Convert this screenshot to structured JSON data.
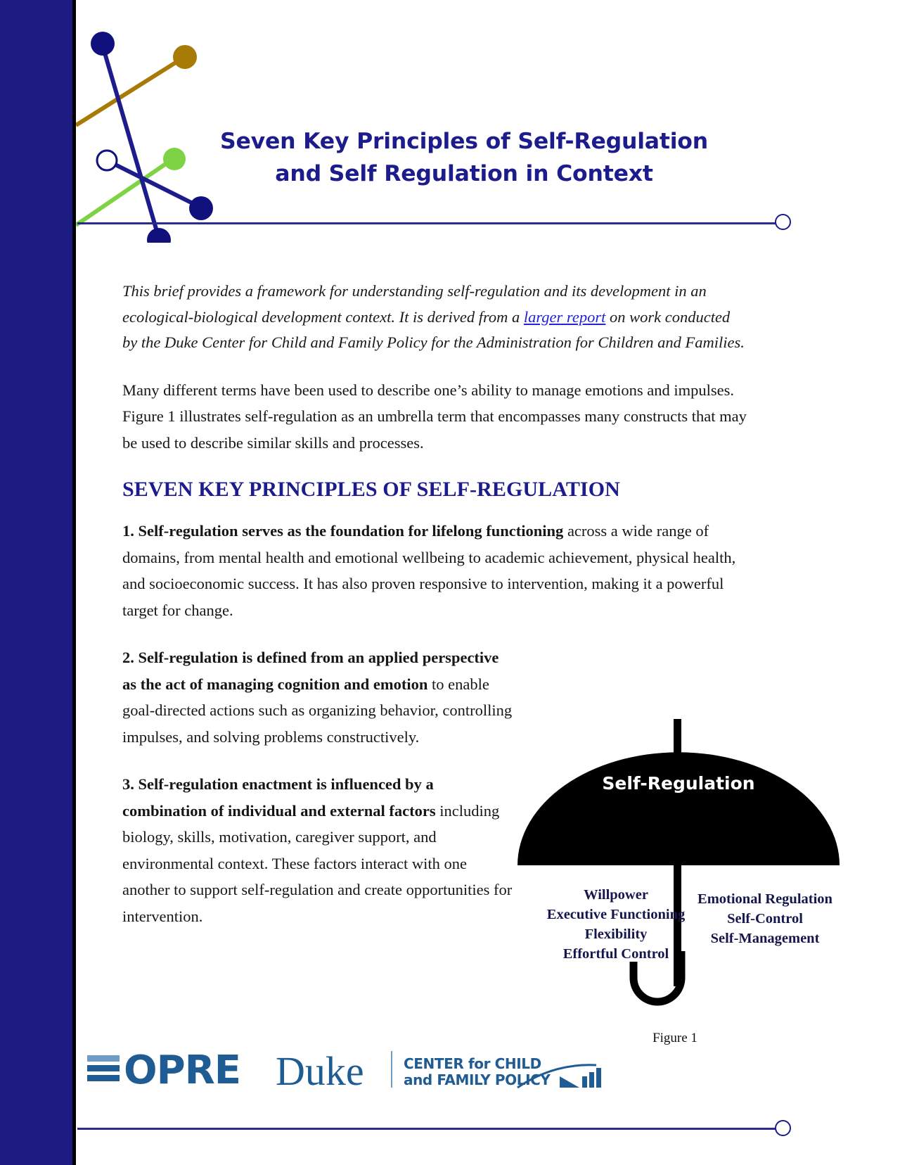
{
  "document": {
    "title_line1": "Seven Key Principles of Self-Regulation",
    "title_line2": "and Self Regulation in Context",
    "intro_before_link": "This brief provides a framework for understanding self-regulation and its development in an ecological-biological development context. It is derived from a ",
    "intro_link_text": "larger report",
    "intro_after_link": " on work conducted by the Duke Center for Child and Family Policy for the Administration for Children and Families.",
    "paragraph_overview": "Many different terms have been used to describe one’s ability to manage emotions and impulses. Figure 1 illustrates self-regulation as an umbrella term that encompasses many constructs that may be used to describe similar skills and processes.",
    "section_heading": "SEVEN KEY PRINCIPLES OF SELF-REGULATION",
    "principles": [
      {
        "number": "1.",
        "bold_lead": " Self-regulation serves as the foundation for lifelong functioning",
        "rest": " across a wide range of domains, from mental health and emotional wellbeing to academic achievement, physical health, and socioeconomic success. It has also proven responsive to intervention, making it a powerful target for change."
      },
      {
        "number": "2.",
        "bold_lead": " Self-regulation is defined from an applied perspective as the act of managing cognition and emotion",
        "rest": " to enable goal-directed actions such as organizing behavior, controlling impulses, and solving problems constructively."
      },
      {
        "number": "3.",
        "bold_lead": " Self-regulation enactment is influenced by a combination of individual and external factors",
        "rest": " including biology, skills, motivation, caregiver support, and environmental context. These factors interact with one another to support self-regulation and create opportunities for intervention."
      }
    ]
  },
  "figure": {
    "caption": "Figure 1",
    "umbrella_label": "Self-Regulation",
    "left_terms": [
      "Willpower",
      "Executive Functioning",
      "Flexibility",
      "Effortful Control"
    ],
    "right_terms": [
      "Emotional Regulation",
      "Self-Control",
      "Self-Management"
    ]
  },
  "footer": {
    "opre_text": "OPRE",
    "duke_text": "Duke",
    "center_line1": "CENTER for CHILD",
    "center_line2": "and FAMILY POLICY"
  },
  "colors": {
    "navy_spine": "#1c1c82",
    "title_blue": "#1c1c8c",
    "link_blue": "#2323d8",
    "rule_blue": "#2a2a93",
    "deco_gold": "#a87a06",
    "deco_green": "#7ed344",
    "umbrella_black": "#000000",
    "logo_blue": "#1f5c94",
    "logo_light_blue": "#6d9dc4"
  }
}
